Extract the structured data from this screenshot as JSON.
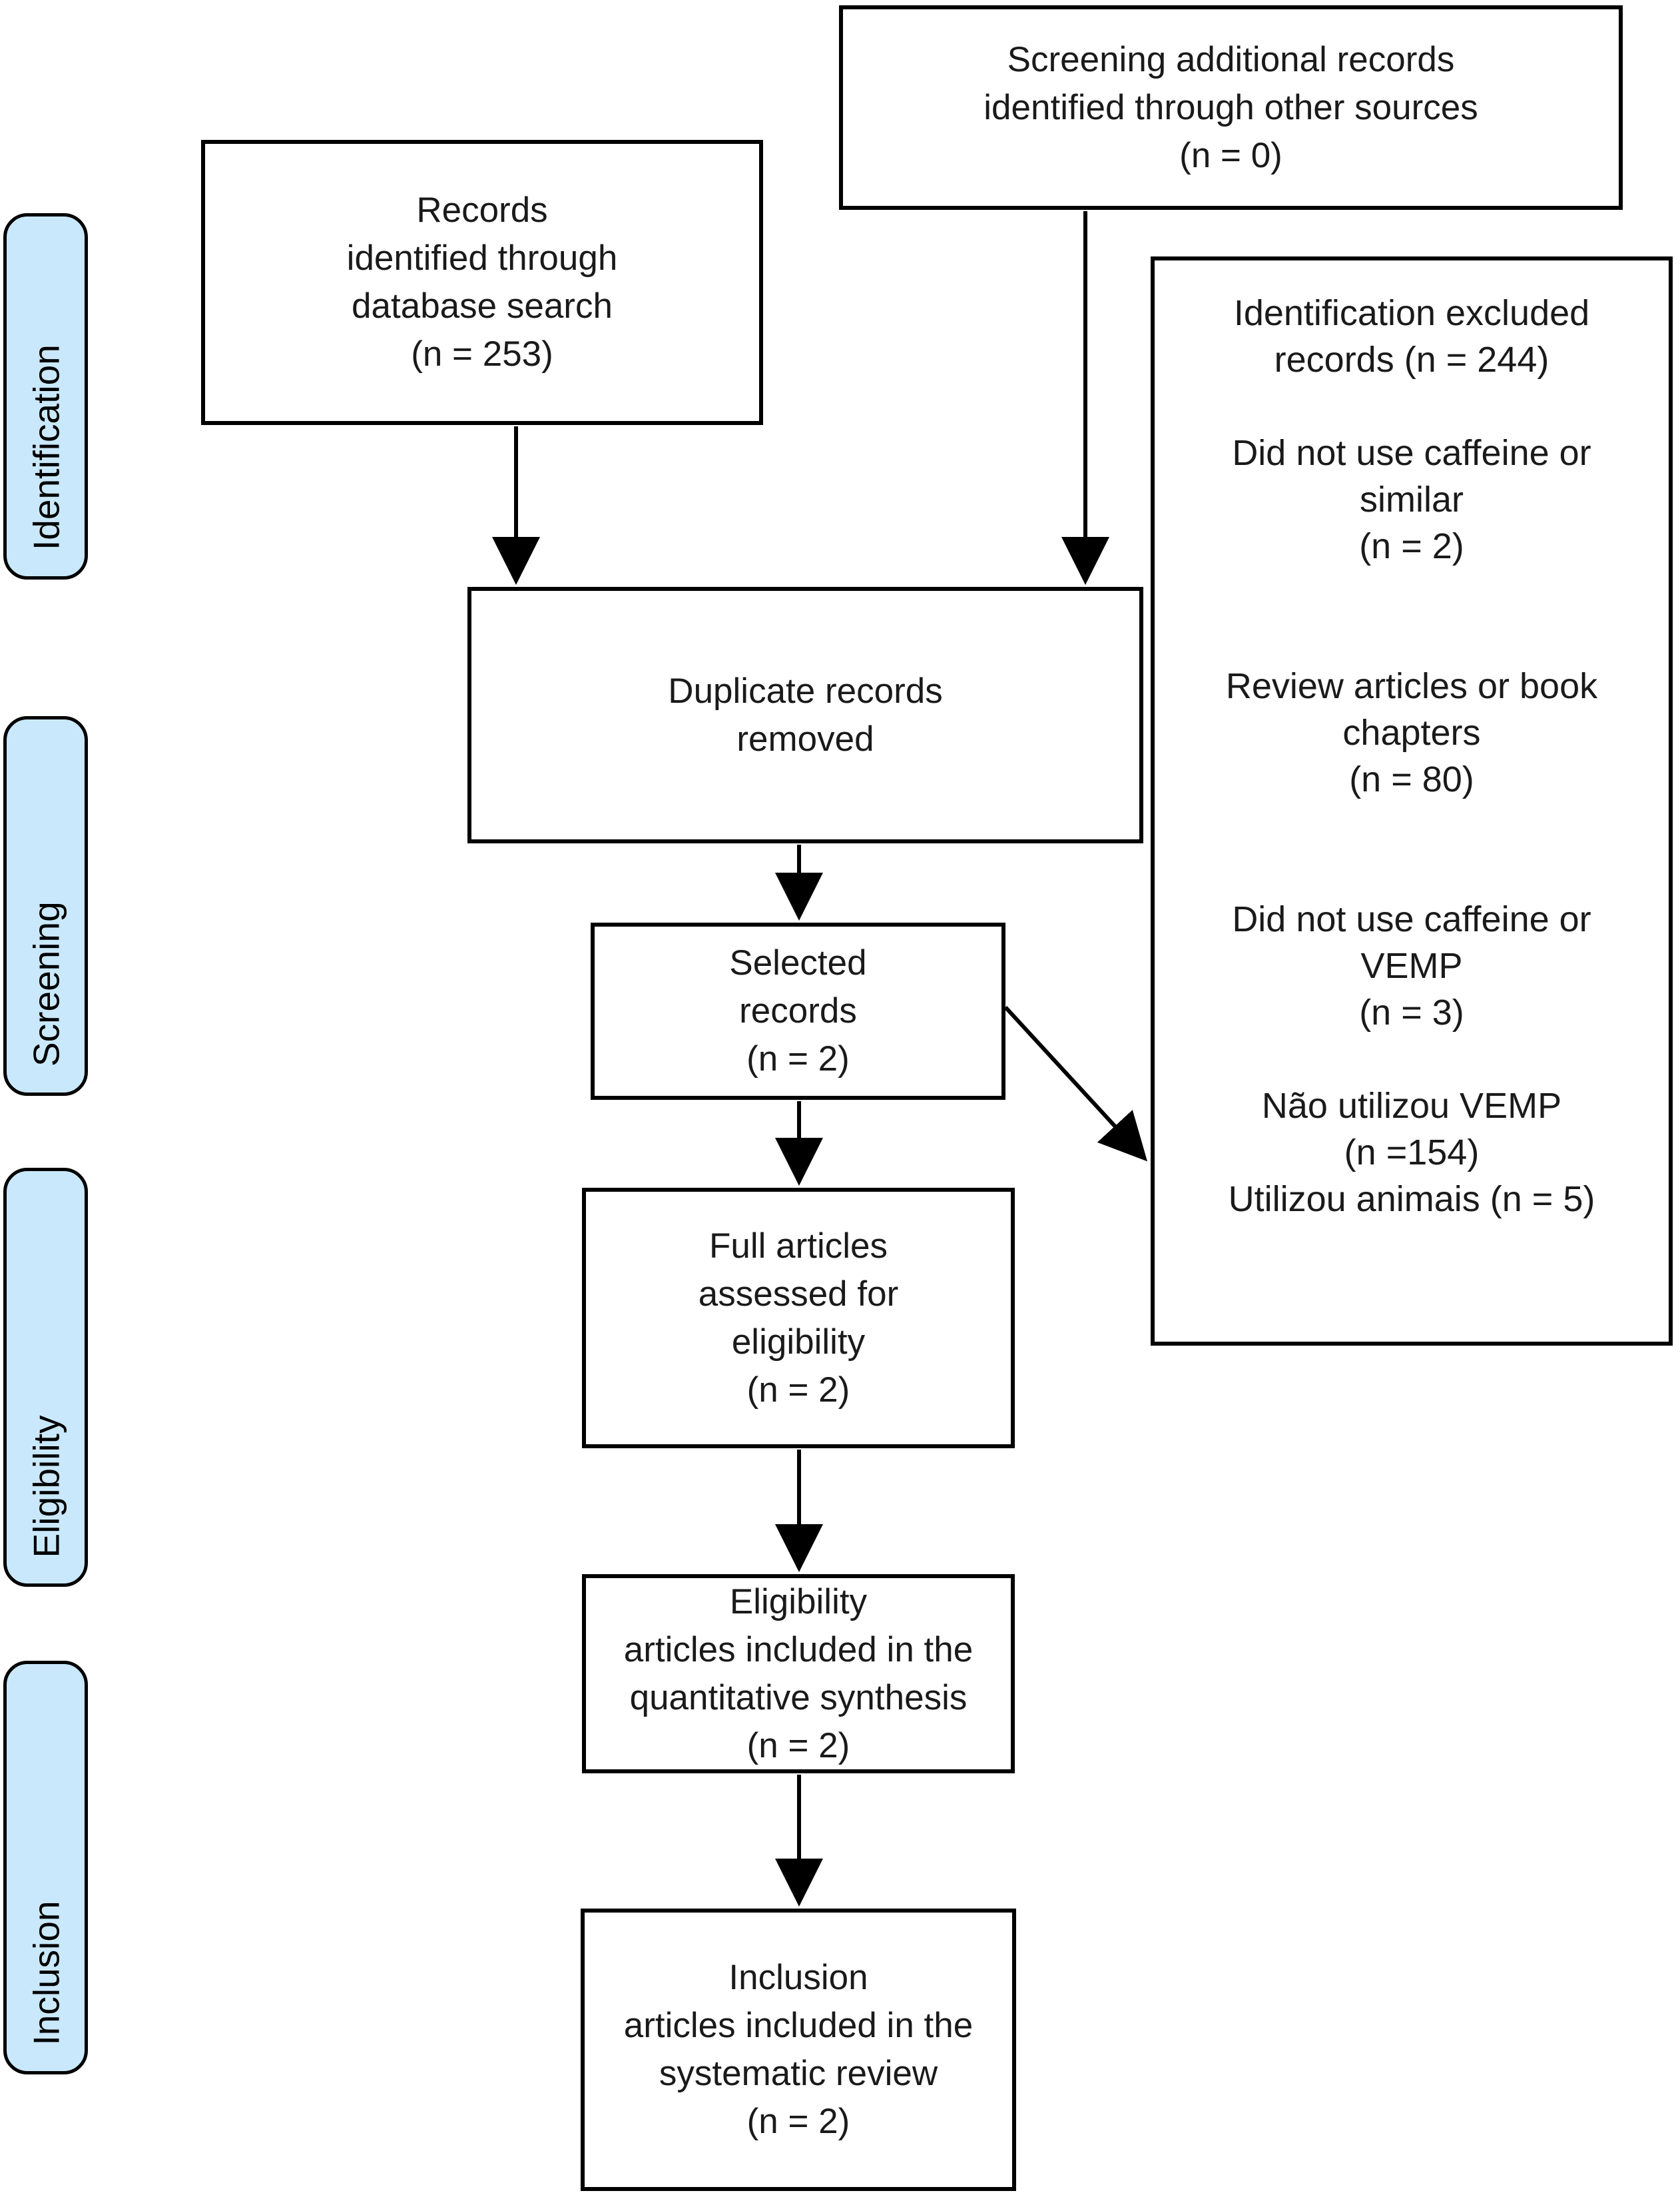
{
  "figure": {
    "kind": "PRISMA systematic review flow diagram",
    "background_color": "#ffffff",
    "box_border_color": "#000000",
    "stage_pill_fill_color": "#c9e8fb",
    "text_color": "#1a1a1a"
  },
  "sidebar": {
    "labels": [
      {
        "id": "identification",
        "label": "Identification"
      },
      {
        "id": "screening",
        "label": "Screening"
      },
      {
        "id": "eligibility",
        "label": "Eligibility"
      },
      {
        "id": "inclusion",
        "label": "Inclusion"
      }
    ]
  },
  "boxes": {
    "records_identified": {
      "text": "Records\nidentified through\ndatabase search\n(n = 253)"
    },
    "additional_records": {
      "text": "Screening additional records\nidentified through other sources\n(n = 0)"
    },
    "excluded_records": {
      "text": "Identification excluded\nrecords (n = 244)\n\nDid not use caffeine or\nsimilar\n(n = 2)\n\n\nReview articles or book\nchapters\n(n = 80)\n\n\nDid not use caffeine or\nVEMP\n(n = 3)\n\nNão utilizou VEMP\n(n =154)\nUtilizou animais (n = 5)"
    },
    "duplicates_removed": {
      "text": "Duplicate records\nremoved"
    },
    "selected_records": {
      "text": "Selected\nrecords\n(n = 2)"
    },
    "full_articles": {
      "text": "Full articles\nassessed for\neligibility\n(n = 2)"
    },
    "quantitative_synthesis": {
      "text": "Eligibility\narticles included in the\nquantitative synthesis\n(n = 2)"
    },
    "systematic_review": {
      "text": "Inclusion\narticles included in the\nsystematic review\n(n = 2)"
    }
  }
}
